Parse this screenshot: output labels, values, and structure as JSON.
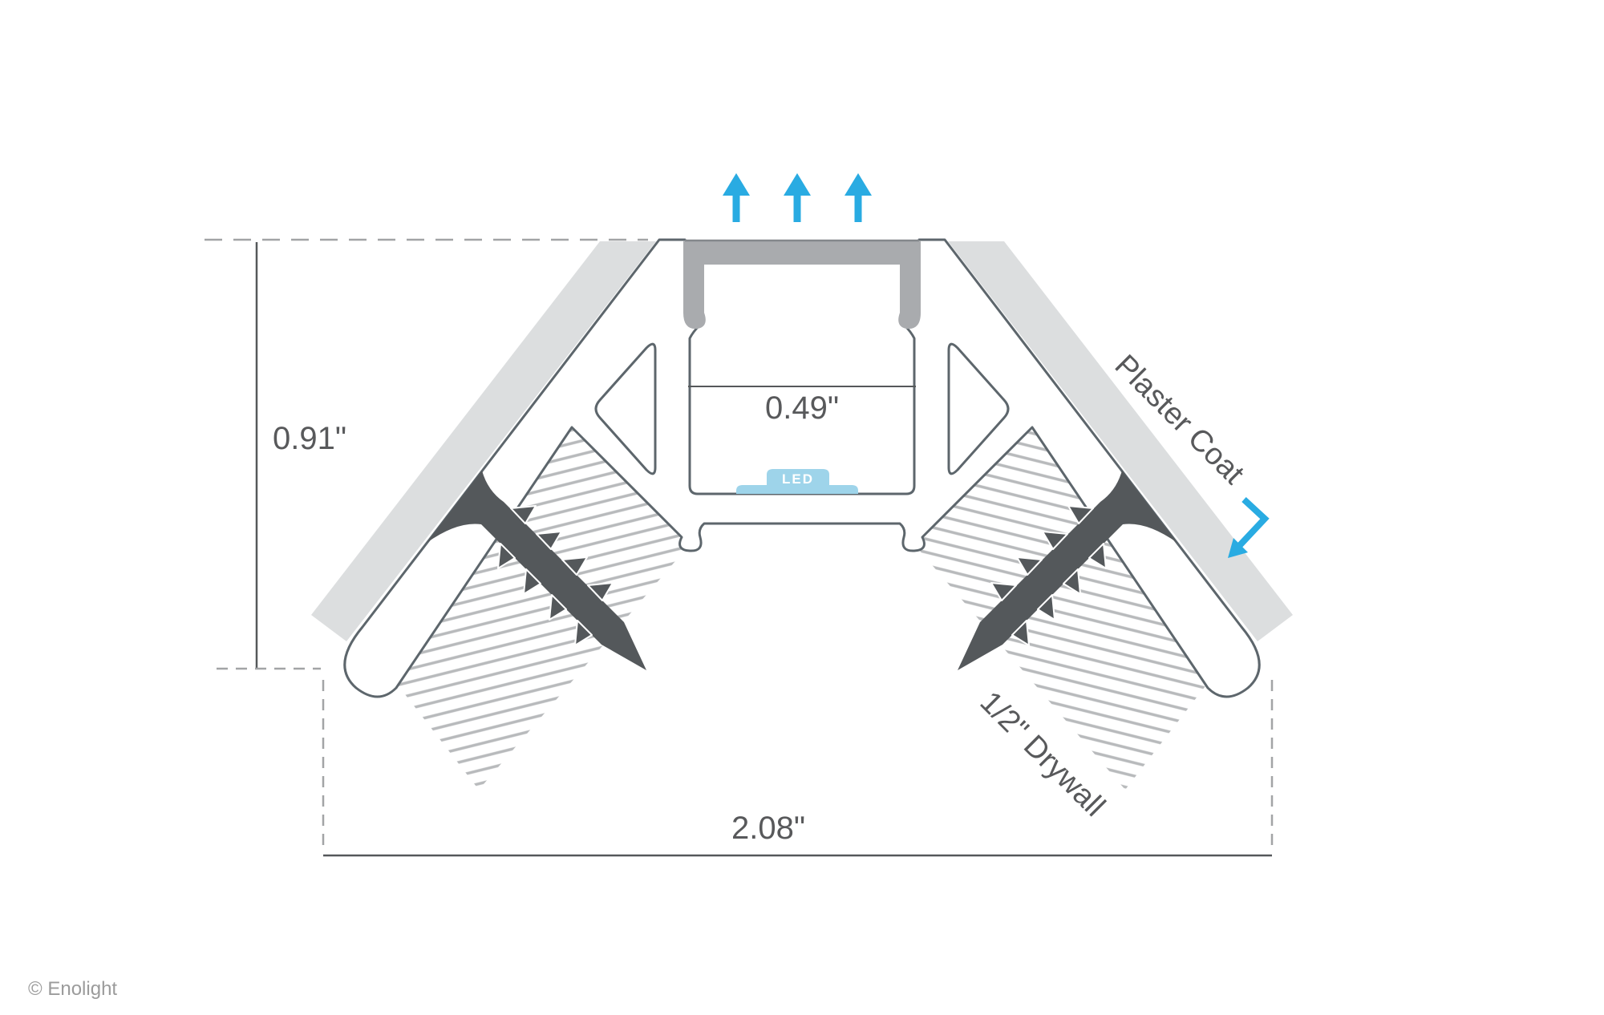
{
  "annotations": {
    "height_dim": "0.91\"",
    "inner_width_dim": "0.49\"",
    "overall_width_dim": "2.08\"",
    "led_label": "LED",
    "plaster_label": "Plaster Coat",
    "drywall_label": "1/2\" Drywall",
    "copyright": "© Enolight"
  },
  "colors": {
    "accent-blue": "#29abe2",
    "outline": "#5d666c",
    "plaster-gray": "#dcdedf",
    "diffuser-gray": "#a9abae",
    "diffuser-edge": "#84888c",
    "hatch-gray": "#b8babc",
    "screw-gray": "#54585b",
    "led-blue": "#9ed4ea",
    "dim-text": "#58595b",
    "dim-line": "#55585a",
    "dash-gray": "#a2a4a6",
    "copyright-gray": "#9b9b9b"
  }
}
